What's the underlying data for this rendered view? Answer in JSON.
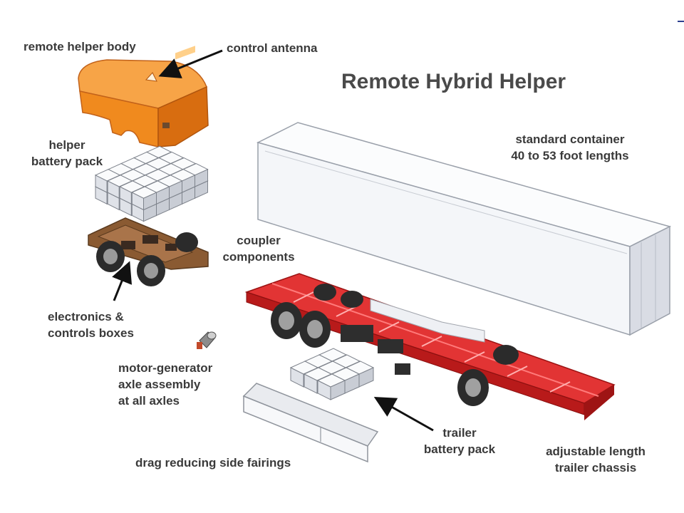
{
  "title": "Remote Hybrid Helper",
  "labels": {
    "remote_helper_body": "remote helper body",
    "control_antenna": "control antenna",
    "helper_battery_pack": "helper\nbattery pack",
    "standard_container": "standard container\n40 to 53 foot lengths",
    "coupler_components": "coupler\ncomponents",
    "electronics_controls": "electronics &\ncontrols boxes",
    "motor_generator": "motor-generator\naxle assembly\nat all axles",
    "trailer_battery_pack": "trailer\nbattery pack",
    "adjustable_chassis": "adjustable length\ntrailer chassis",
    "side_fairings": "drag reducing side fairings"
  },
  "colors": {
    "helper_body": "#f08a1e",
    "chassis": "#d81f1f",
    "helper_frame": "#8a5a32",
    "container": "#f7f8fb",
    "battery": "#f2f3f6",
    "text": "#3a3a3a"
  }
}
